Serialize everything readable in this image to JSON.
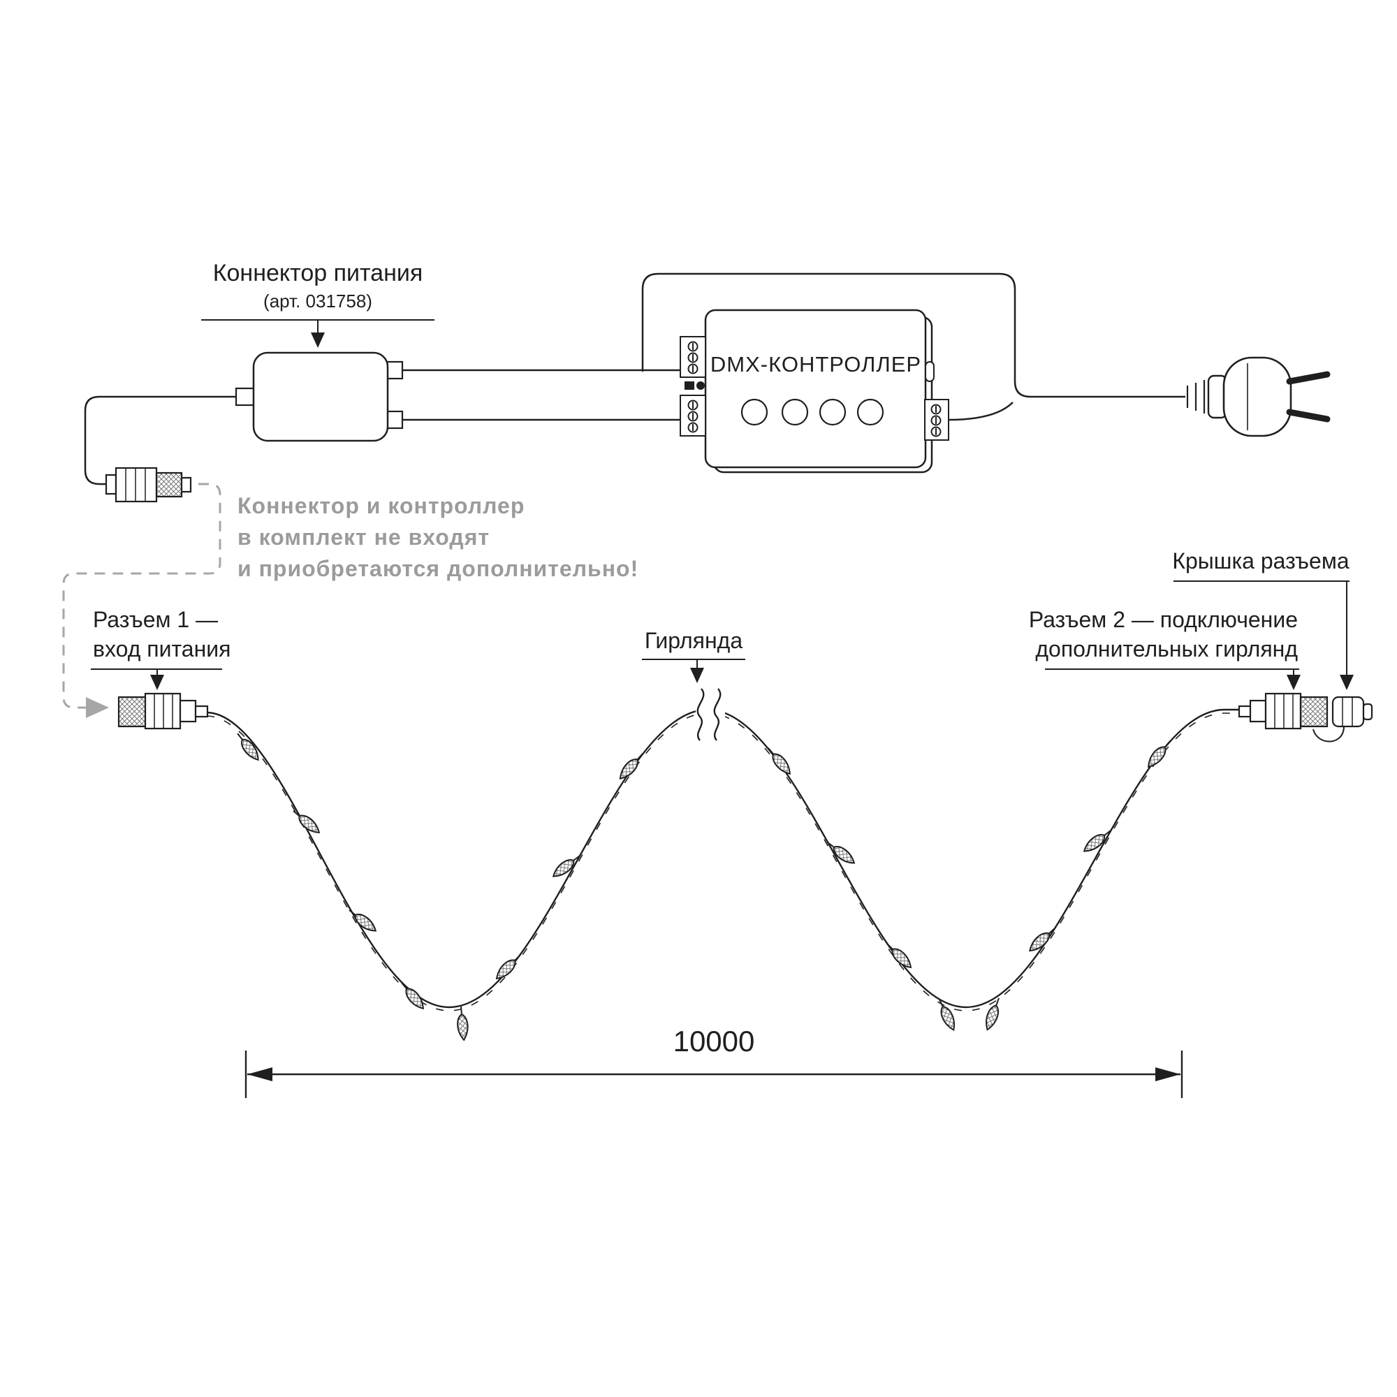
{
  "top": {
    "power_connector": {
      "label": "Коннектор питания",
      "art": "(арт. 031758)"
    },
    "controller": {
      "label": "DMX-КОНТРОЛЛЕР"
    },
    "note": {
      "line1": "Коннектор и контроллер",
      "line2": "в комплект не входят",
      "line3": "и приобретаются дополнительно!"
    }
  },
  "garland": {
    "connector1": {
      "line1": "Разъем 1 —",
      "line2": "вход питания"
    },
    "label": "Гирлянда",
    "connector2": {
      "line1": "Разъем 2 — подключение",
      "line2": "дополнительных гирлянд"
    },
    "cap": {
      "label": "Крышка разъема"
    },
    "dimension": {
      "value": "10000"
    }
  },
  "colors": {
    "line": "#1f1f1f",
    "note_gray": "#9b9b9b",
    "dashed_gray": "#a6a6a6"
  }
}
